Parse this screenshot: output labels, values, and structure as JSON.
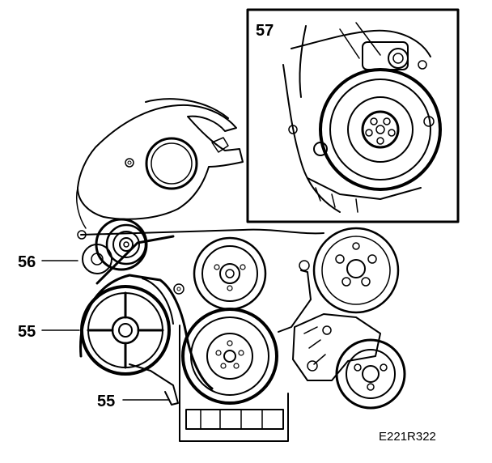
{
  "labels": {
    "inset": "57",
    "idler": "56",
    "belt_upper": "55",
    "belt_lower": "55"
  },
  "reference": "E221R322",
  "colors": {
    "line": "#000000",
    "background": "#ffffff"
  }
}
